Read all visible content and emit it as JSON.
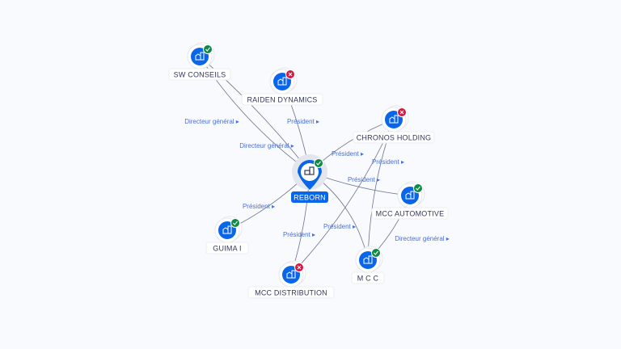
{
  "colors": {
    "accent": "#0a66e8",
    "active": "#0d8a43",
    "inactive": "#d6173f",
    "edge": "#6b7290",
    "edge_label": "#4a6fd8"
  },
  "nodes": [
    {
      "id": "reborn",
      "name": "REBORN",
      "status": "active",
      "central": true
    },
    {
      "id": "sw",
      "name": "SW CONSEILS",
      "status": "active"
    },
    {
      "id": "raiden",
      "name": "RAIDEN DYNAMICS",
      "status": "inactive"
    },
    {
      "id": "chronos",
      "name": "CHRONOS HOLDING",
      "status": "inactive"
    },
    {
      "id": "mccauto",
      "name": "MCC AUTOMOTIVE",
      "status": "active"
    },
    {
      "id": "guima",
      "name": "GUIMA I",
      "status": "active"
    },
    {
      "id": "mccdist",
      "name": "MCC DISTRIBUTION",
      "status": "inactive"
    },
    {
      "id": "mcc",
      "name": "M C C",
      "status": "active"
    }
  ],
  "edges": [
    {
      "from": "sw",
      "to": "reborn",
      "label": "Directeur général"
    },
    {
      "from": "sw",
      "to": "reborn",
      "label": "Directeur général"
    },
    {
      "from": "reborn",
      "to": "raiden",
      "label": "Président"
    },
    {
      "from": "reborn",
      "to": "chronos",
      "label": "Président"
    },
    {
      "from": "reborn",
      "to": "mccauto",
      "label": "Président"
    },
    {
      "from": "guima",
      "to": "reborn",
      "label": "Président"
    },
    {
      "from": "reborn",
      "to": "mccdist",
      "label": "Président"
    },
    {
      "from": "chronos",
      "to": "mcc",
      "label": "Président"
    },
    {
      "from": "chronos",
      "to": "mccdist",
      "label": "Président"
    },
    {
      "from": "reborn",
      "to": "mcc",
      "label": ""
    },
    {
      "from": "mcc",
      "to": "mccauto",
      "label": "Directeur général"
    }
  ]
}
